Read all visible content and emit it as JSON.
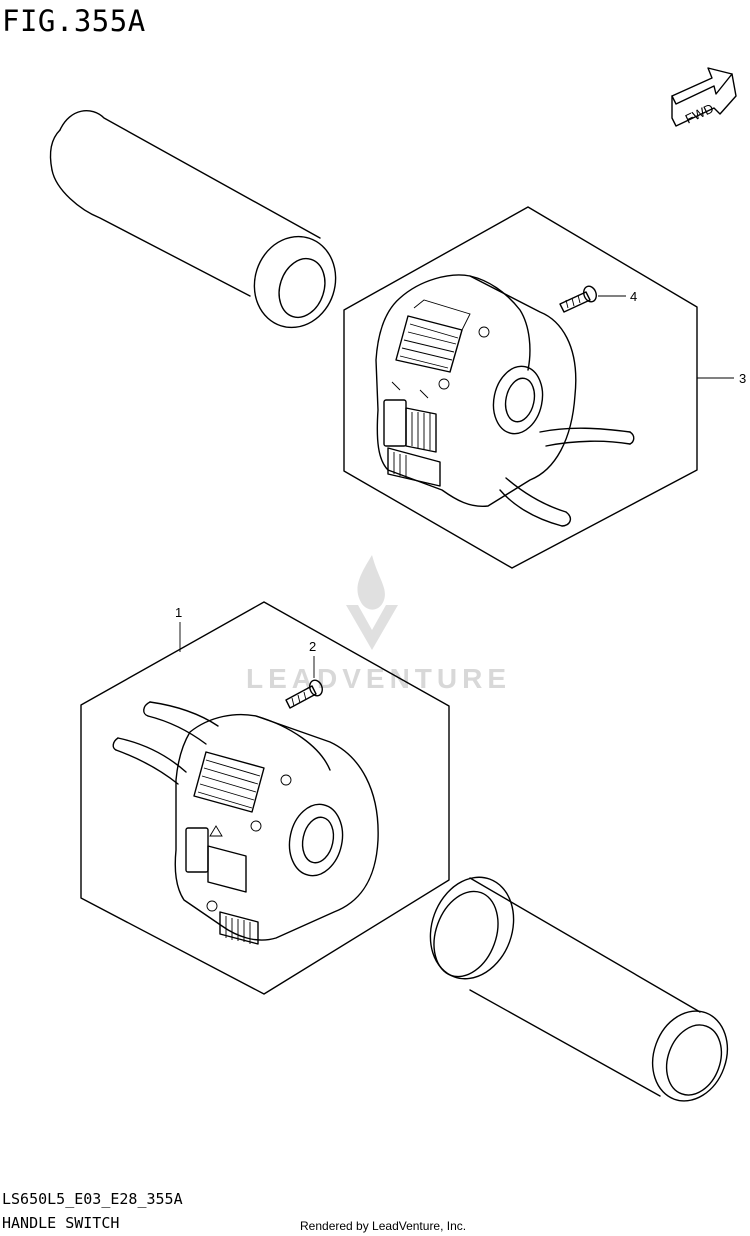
{
  "figure": {
    "title": "FIG.355A",
    "code": "LS650L5_E03_E28_355A",
    "name": "HANDLE SWITCH",
    "credit": "Rendered by LeadVenture, Inc."
  },
  "direction_badge": {
    "label": "FWD"
  },
  "watermark": {
    "text": "LEADVENTURE",
    "icon": "flame-v-logo-icon"
  },
  "callouts": [
    {
      "number": "1",
      "part": "left-handle-switch-assembly"
    },
    {
      "number": "2",
      "part": "screw"
    },
    {
      "number": "3",
      "part": "right-handle-switch-assembly"
    },
    {
      "number": "4",
      "part": "screw"
    }
  ],
  "icons": [
    "fwd-arrow-icon",
    "left-grip-icon",
    "right-grip-icon",
    "screw-icon"
  ]
}
